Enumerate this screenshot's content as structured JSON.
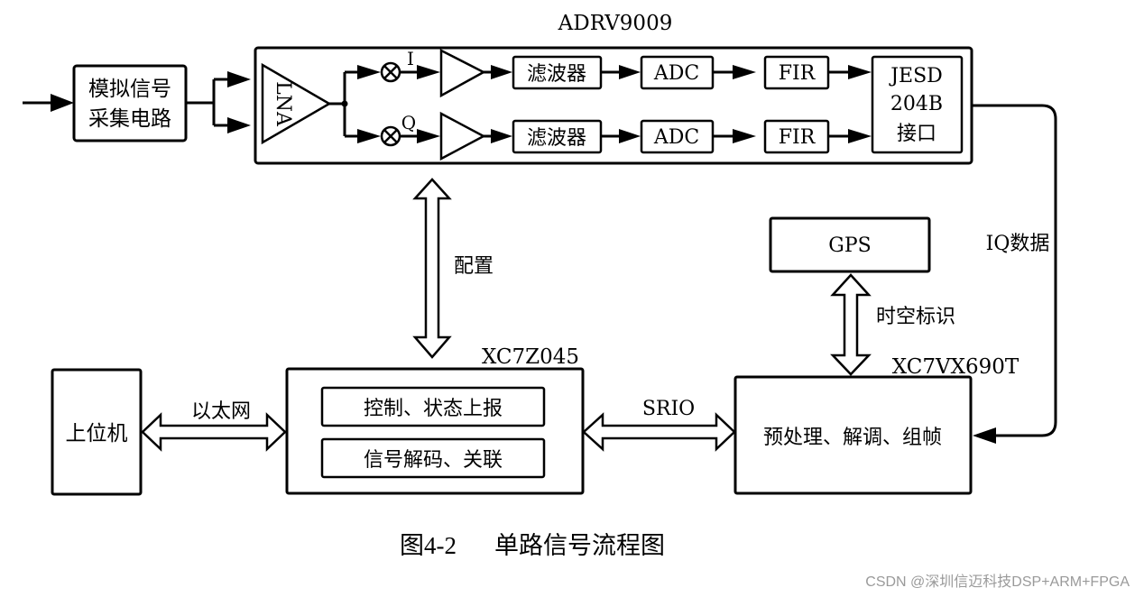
{
  "diagram": {
    "adrv_title": "ADRV9009",
    "input_block": [
      "模拟信号",
      "采集电路"
    ],
    "lna_label": "LNA",
    "i_label": "I",
    "q_label": "Q",
    "filter_label": "滤波器",
    "adc_label": "ADC",
    "fir_label": "FIR",
    "jesd_lines": [
      "JESD",
      "204B",
      "接口"
    ],
    "iq_data_label": "IQ数据",
    "config_label": "配置",
    "gps_label": "GPS",
    "spacetime_label": "时空标识",
    "xc7z045_label": "XC7Z045",
    "xc7vx690t_label": "XC7VX690T",
    "host_label": "上位机",
    "ethernet_label": "以太网",
    "zynq_func1": "控制、状态上报",
    "zynq_func2": "信号解码、关联",
    "srio_label": "SRIO",
    "virtex_func": "预处理、解调、组帧"
  },
  "caption": {
    "figure_no": "图4-2",
    "title": "单路信号流程图"
  },
  "watermark": "CSDN @深圳信迈科技DSP+ARM+FPGA"
}
